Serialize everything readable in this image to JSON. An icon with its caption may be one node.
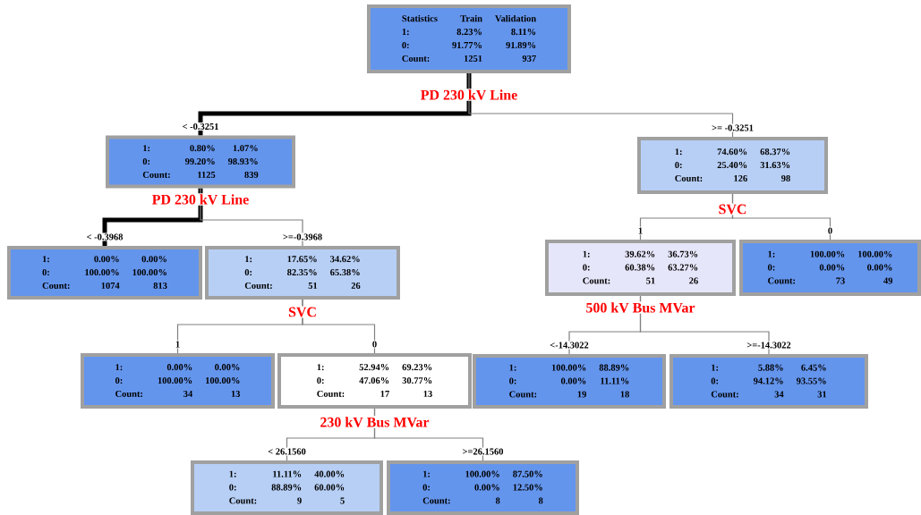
{
  "diagram": {
    "nodes": [
      {
        "text": [
          "Statistics",
          "Train",
          "Validation",
          "1:",
          "8.23%",
          "8.11%",
          "0:",
          "91.77%",
          "91.89%",
          "Count:",
          "1251",
          "937"
        ],
        "beside": [
          "PD 230 kV Line"
        ]
      },
      {
        "text": [
          "1:",
          "0.80%",
          "1.07%",
          "0:",
          "99.20%",
          "98.93%",
          "Count:",
          "1125",
          "839"
        ],
        "beside": [
          "PD 230 kV Line"
        ]
      },
      {
        "text": [
          "1:",
          "74.60%",
          "68.37%",
          "0:",
          "25.40%",
          "31.63%",
          "Count:",
          "126",
          "98"
        ],
        "beside": [
          "SVC"
        ]
      },
      {
        "text": [
          "1:",
          "0.00%",
          "0.00%",
          "0:",
          "100.00%",
          "100.00%",
          "Count:",
          "1074",
          "813"
        ]
      },
      {
        "text": [
          "1:",
          "17.65%",
          "34.62%",
          "0:",
          "82.35%",
          "65.38%",
          "Count:",
          "51",
          "26"
        ],
        "beside": [
          "SVC"
        ]
      },
      {
        "text": [
          "1:",
          "39.62%",
          "36.73%",
          "0:",
          "60.38%",
          "63.27%",
          "Count:",
          "51",
          "26"
        ],
        "beside": [
          "500 kV Bus MVar"
        ]
      },
      {
        "text": [
          "1:",
          "100.00%",
          "100.00%",
          "0:",
          "0.00%",
          "0.00%",
          "Count:",
          "73",
          "49"
        ]
      },
      {
        "text": [
          "1:",
          "0.00%",
          "0.00%",
          "0:",
          "100.00%",
          "100.00%",
          "Count:",
          "34",
          "13"
        ]
      },
      {
        "text": [
          "1:",
          "52.94%",
          "69.23%",
          "0:",
          "47.06%",
          "30.77%",
          "Count:",
          "17",
          "13"
        ],
        "beside": [
          "230 kV Bus MVar"
        ]
      },
      {
        "text": [
          "1:",
          "100.00%",
          "88.89%",
          "0:",
          "0.00%",
          "11.11%",
          "Count:",
          "19",
          "18"
        ]
      },
      {
        "text": [
          "1:",
          "5.88%",
          "6.45%",
          "0:",
          "94.12%",
          "93.55%",
          "Count:",
          "34",
          "31"
        ]
      },
      {
        "text": [
          "1:",
          "11.11%",
          "40.00%",
          "0:",
          "88.89%",
          "60.00%",
          "Count:",
          "9",
          "5"
        ]
      },
      {
        "text": [
          "1:",
          "100.00%",
          "87.50%",
          "0:",
          "0.00%",
          "12.50%",
          "Count:",
          "8",
          "8"
        ]
      }
    ],
    "edges": [
      {
        "from": 0,
        "to": 1,
        "arrow": "none",
        "label": "< -0.3251",
        "style": "thick",
        "color": "#000000"
      },
      {
        "from": 0,
        "to": 2,
        "arrow": "none",
        "label": ">= -0.3251"
      },
      {
        "from": 1,
        "to": 3,
        "arrow": "none",
        "label": "< -0.3968",
        "style": "thick",
        "color": "#000000"
      },
      {
        "from": 1,
        "to": 4,
        "arrow": "none",
        "label": ">=-0.3968"
      },
      {
        "from": 2,
        "to": 5,
        "arrow": "none",
        "label": "1"
      },
      {
        "from": 2,
        "to": 6,
        "arrow": "none",
        "label": "0"
      },
      {
        "from": 4,
        "to": 7,
        "arrow": "none",
        "label": "1"
      },
      {
        "from": 4,
        "to": 8,
        "arrow": "none",
        "label": "0"
      },
      {
        "from": 5,
        "to": 9,
        "arrow": "none",
        "label": "<-14.3022"
      },
      {
        "from": 5,
        "to": 10,
        "arrow": "none",
        "label": ">=-14.3022"
      },
      {
        "from": 8,
        "to": 11,
        "arrow": "none",
        "label": "< 26.1560"
      },
      {
        "from": 8,
        "to": 12,
        "arrow": "none",
        "label": ">=26.1560"
      }
    ]
  }
}
